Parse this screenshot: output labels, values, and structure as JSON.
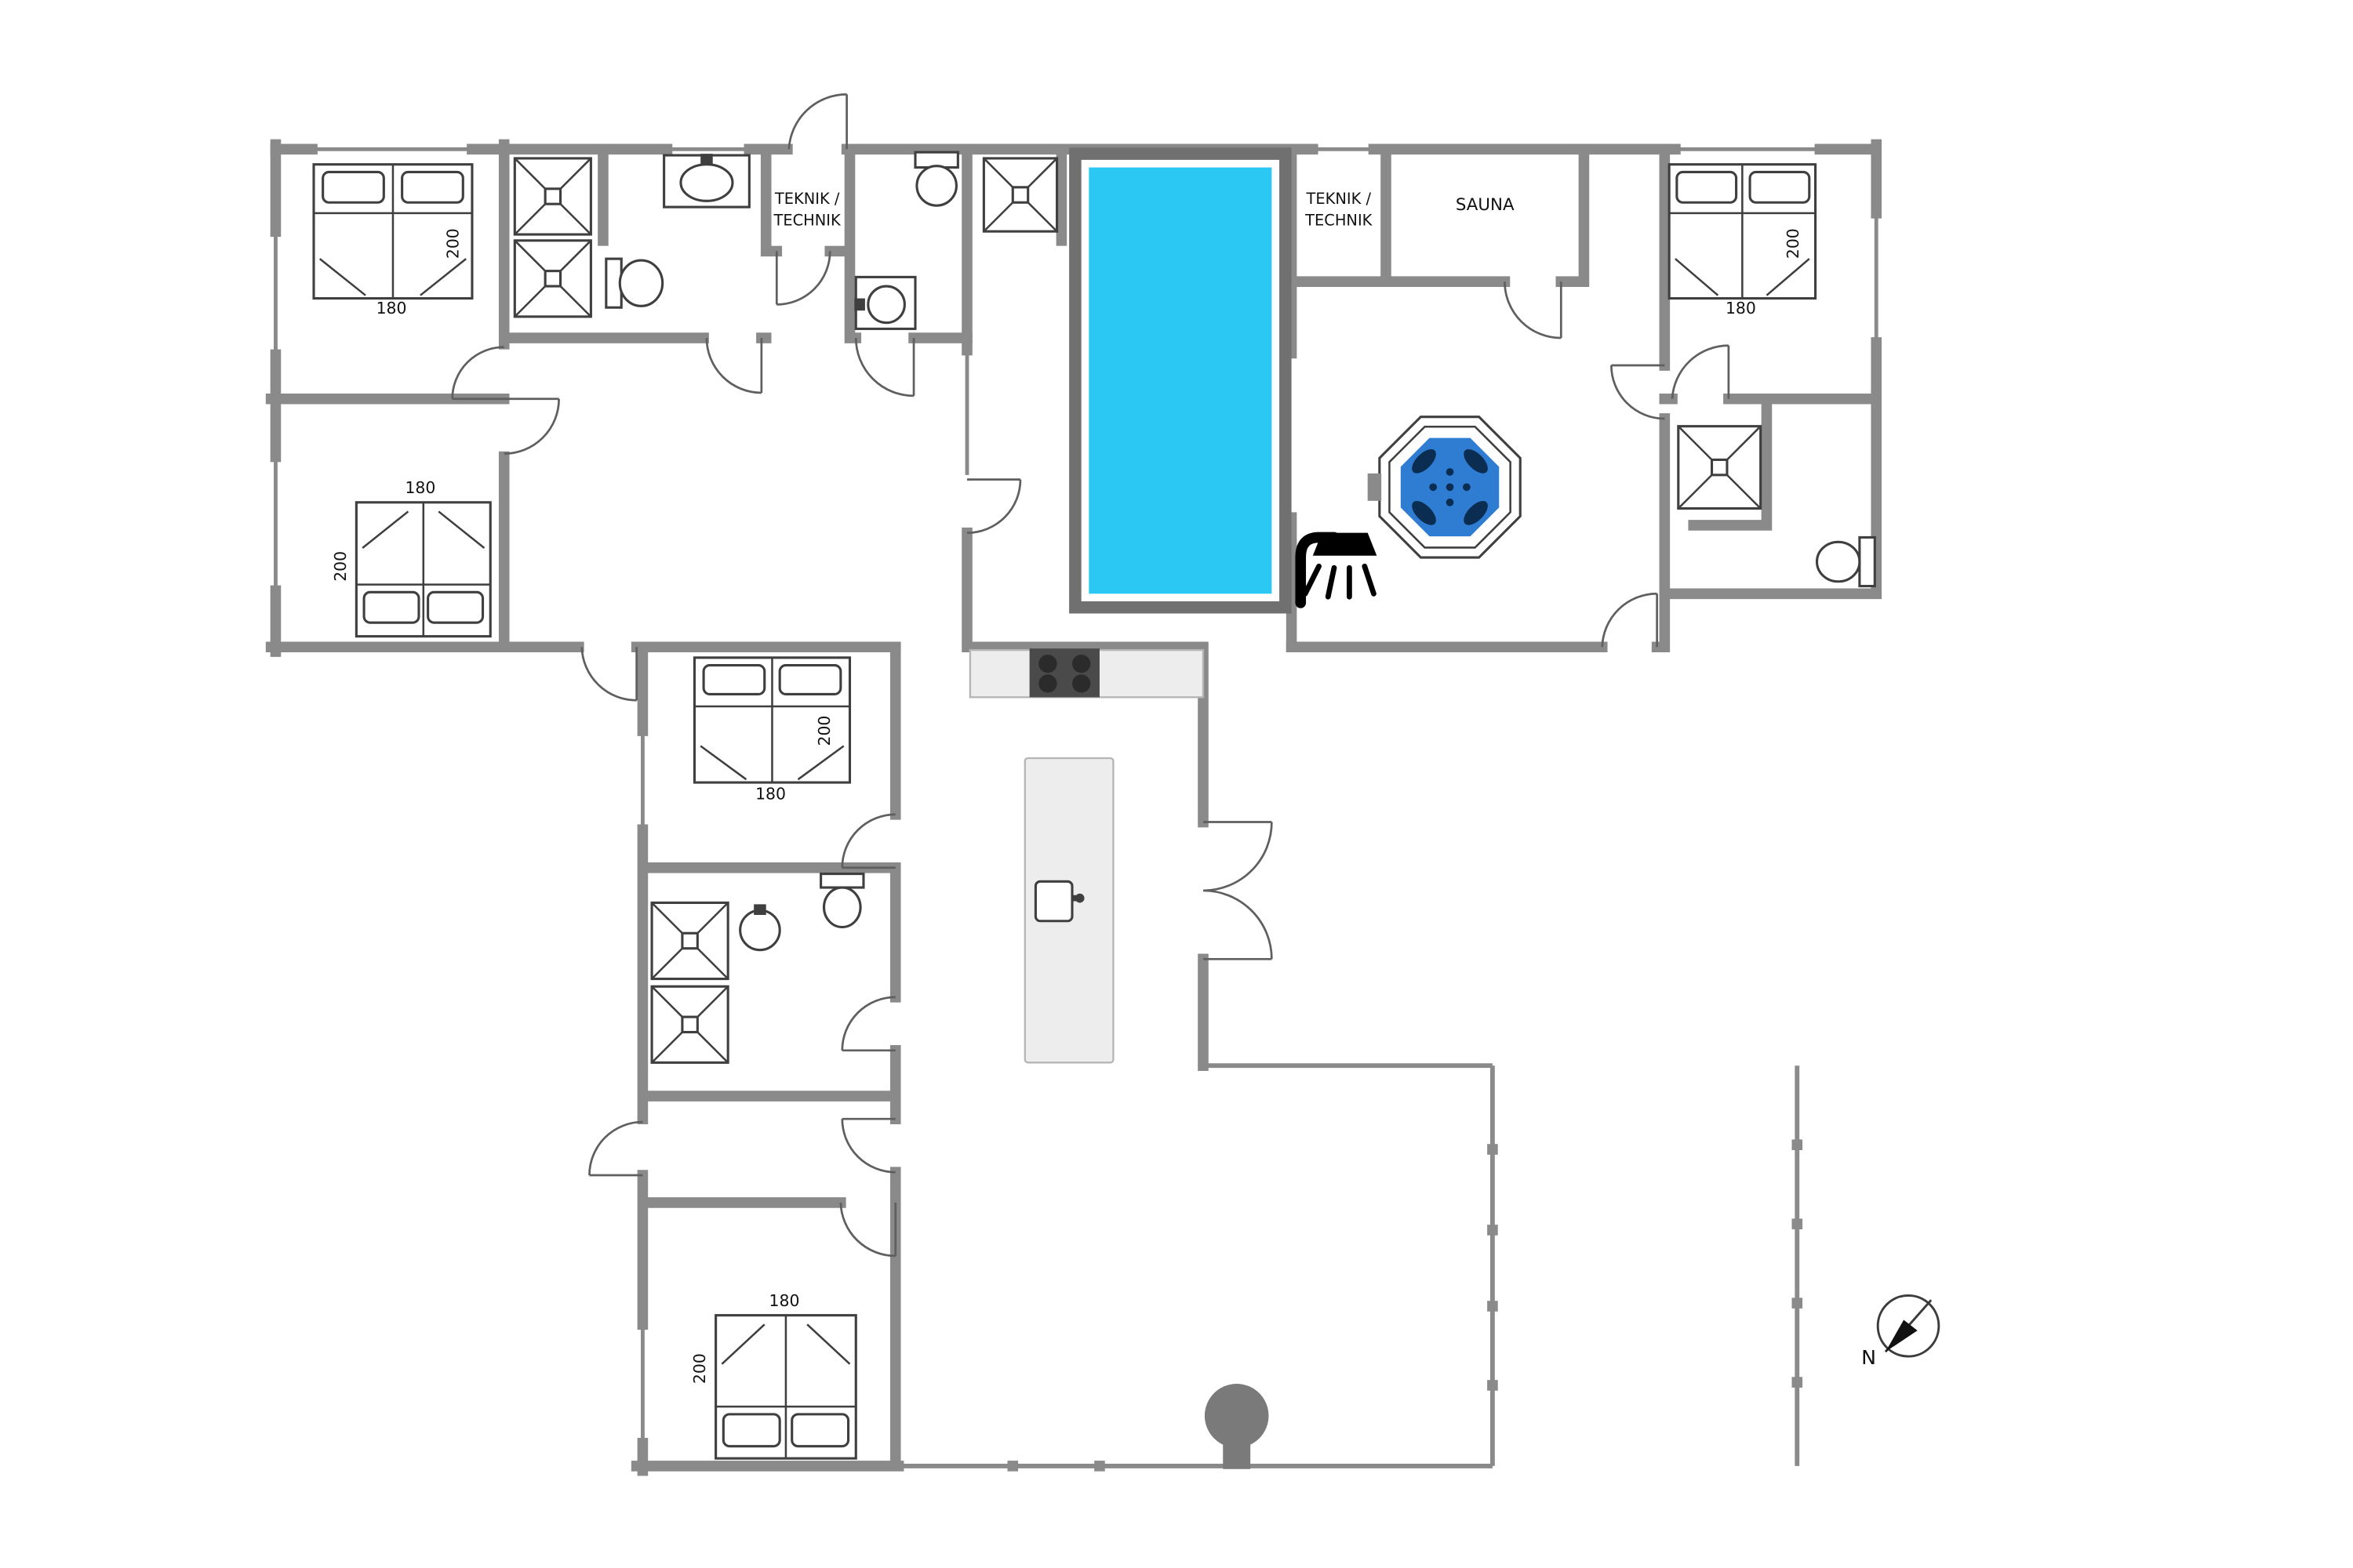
{
  "colors": {
    "wall": "#8a8a8a",
    "pool_border": "#707070",
    "pool_water": "#2bc8f4",
    "spa_water": "#2e7dd2",
    "spa_detail": "#0b2d52",
    "fixture": "#3f3f3f",
    "counter": "#ededed",
    "stove": "#7a7a7a",
    "icon": "#000000"
  },
  "rooms": {
    "teknik_left": {
      "line1": "TEKNIK /",
      "line2": "TECHNIK"
    },
    "teknik_right": {
      "line1": "TEKNIK /",
      "line2": "TECHNIK"
    },
    "sauna": {
      "label": "SAUNA"
    }
  },
  "beds": {
    "top_left": {
      "width": "200",
      "length": "180"
    },
    "mid_left": {
      "width": "200",
      "length": "180"
    },
    "center": {
      "width": "200",
      "length": "180"
    },
    "bottom": {
      "width": "200",
      "length": "180"
    },
    "top_right": {
      "width": "200",
      "length": "180"
    }
  },
  "compass": {
    "north": "N"
  }
}
